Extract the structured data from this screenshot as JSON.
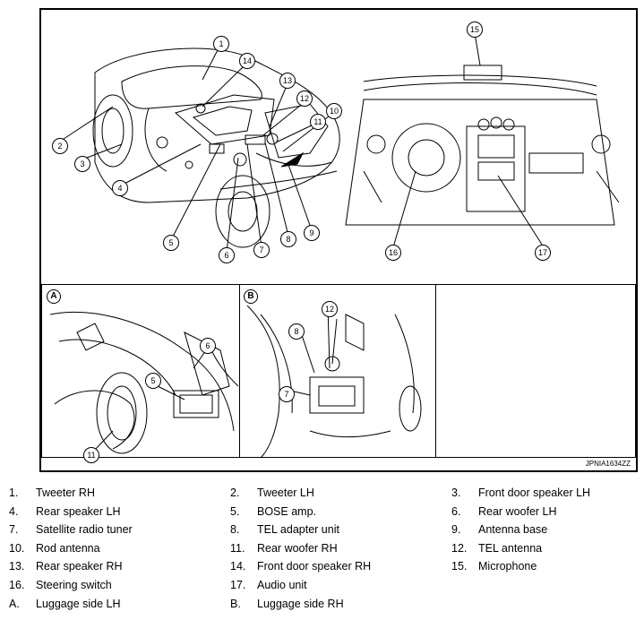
{
  "figure": {
    "id": "JPNIA1634ZZ",
    "panels": [
      {
        "letter": "A"
      },
      {
        "letter": "B"
      }
    ]
  },
  "callouts": {
    "c1": "1",
    "c2": "2",
    "c3": "3",
    "c4": "4",
    "c5": "5",
    "c6": "6",
    "c7": "7",
    "c8": "8",
    "c9": "9",
    "c10": "10",
    "c11": "11",
    "c12": "12",
    "c13": "13",
    "c14": "14",
    "c15": "15",
    "c16": "16",
    "c17": "17",
    "a5": "5",
    "a6": "6",
    "a11": "11",
    "b7": "7",
    "b8": "8",
    "b12": "12"
  },
  "legend": [
    {
      "num": "1.",
      "label": "Tweeter RH"
    },
    {
      "num": "2.",
      "label": "Tweeter LH"
    },
    {
      "num": "3.",
      "label": "Front door speaker LH"
    },
    {
      "num": "4.",
      "label": "Rear speaker LH"
    },
    {
      "num": "5.",
      "label": "BOSE amp."
    },
    {
      "num": "6.",
      "label": "Rear woofer LH"
    },
    {
      "num": "7.",
      "label": "Satellite radio tuner"
    },
    {
      "num": "8.",
      "label": "TEL adapter unit"
    },
    {
      "num": "9.",
      "label": "Antenna base"
    },
    {
      "num": "10.",
      "label": "Rod antenna"
    },
    {
      "num": "11.",
      "label": "Rear woofer RH"
    },
    {
      "num": "12.",
      "label": "TEL antenna"
    },
    {
      "num": "13.",
      "label": "Rear speaker RH"
    },
    {
      "num": "14.",
      "label": "Front door speaker RH"
    },
    {
      "num": "15.",
      "label": "Microphone"
    },
    {
      "num": "16.",
      "label": "Steering switch"
    },
    {
      "num": "17.",
      "label": "Audio unit"
    },
    {
      "num": "A.",
      "label": "Luggage side LH"
    },
    {
      "num": "B.",
      "label": "Luggage side RH"
    }
  ]
}
